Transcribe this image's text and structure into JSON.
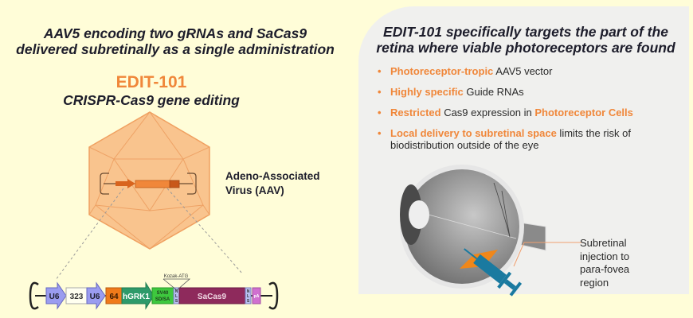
{
  "left": {
    "title_line1": "AAV5 encoding two gRNAs and SaCas9",
    "title_line2": "delivered subretinally as a single administration",
    "product": "EDIT-101",
    "subtitle": "CRISPR-Cas9 gene editing",
    "aav_label_line1": "Adeno-Associated",
    "aav_label_line2": "Virus (AAV)",
    "cassette": {
      "kozak": "Kozak-ATG",
      "elements": [
        "U6",
        "323",
        "U6",
        "64",
        "hGRK1",
        "SV40",
        "SD/SA",
        "N",
        "L",
        "S",
        "SaCas9",
        "N",
        "L",
        "S",
        "pA"
      ]
    }
  },
  "right": {
    "title_line1": "EDIT-101 specifically targets the part of the",
    "title_line2": "retina where viable photoreceptors are found",
    "bullets": [
      {
        "highlight": "Photoreceptor-tropic",
        "text": " AAV5 vector"
      },
      {
        "highlight": "Highly specific",
        "text": " Guide RNAs"
      },
      {
        "highlight": "Restricted",
        "text": " Cas9 expression in ",
        "highlight2": "Photoreceptor Cells"
      },
      {
        "highlight": "Local delivery to subretinal space",
        "text": " limits the risk of biodistribution outside of the eye"
      }
    ],
    "bullet_symbol": "•",
    "injection_label": [
      "Subretinal",
      "injection to",
      "para-fovea",
      "region"
    ]
  },
  "colors": {
    "background": "#fffdd8",
    "accent": "#f0873a",
    "panel": "#f0f0ee",
    "syringe": "#1a7aa0",
    "sacas9": "#8e2a5c"
  }
}
